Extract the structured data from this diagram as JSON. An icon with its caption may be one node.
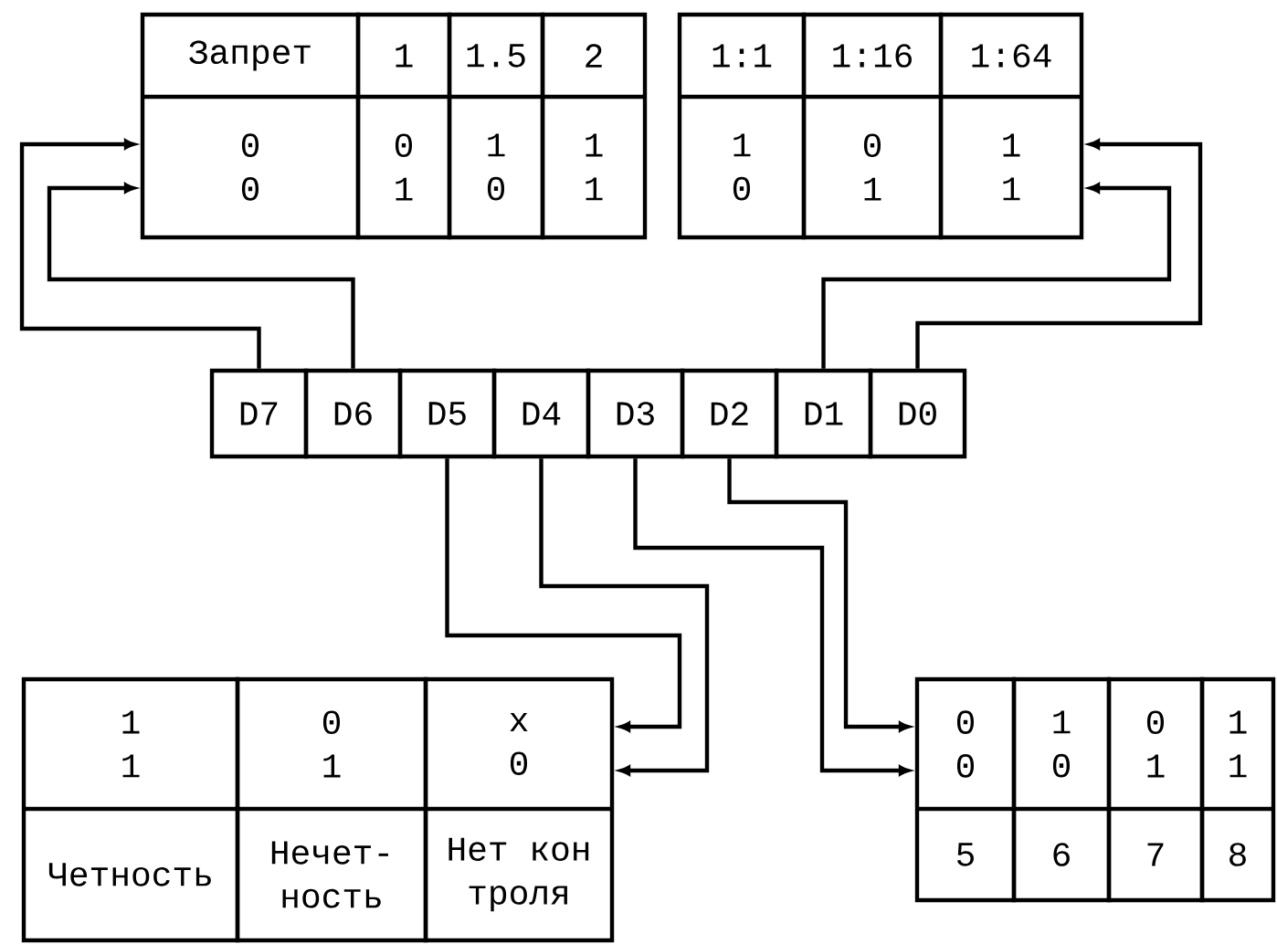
{
  "diagram": {
    "nodes": [
      {
        "text": [
          "Запрет",
          "0 0"
        ]
      },
      {
        "text": [
          "1",
          "0 1"
        ]
      },
      {
        "text": [
          "1.5",
          "1 0"
        ]
      },
      {
        "text": [
          "2",
          "1 1"
        ]
      },
      {
        "text": [
          "1:1",
          "1 0"
        ]
      },
      {
        "text": [
          "1:16",
          "0 1"
        ]
      },
      {
        "text": [
          "1:64",
          "1 1"
        ]
      },
      {
        "text": [
          "D7"
        ]
      },
      {
        "text": [
          "D6"
        ]
      },
      {
        "text": [
          "D5"
        ]
      },
      {
        "text": [
          "D4"
        ]
      },
      {
        "text": [
          "D3"
        ]
      },
      {
        "text": [
          "D2"
        ]
      },
      {
        "text": [
          "D1"
        ]
      },
      {
        "text": [
          "D0"
        ]
      },
      {
        "text": [
          "1 1",
          "Четность"
        ]
      },
      {
        "text": [
          "0 1",
          "Нечет- ность"
        ]
      },
      {
        "text": [
          "x 0",
          "Нет кон троля"
        ]
      },
      {
        "text": [
          "0 0",
          "5"
        ]
      },
      {
        "text": [
          "1 0",
          "6"
        ]
      },
      {
        "text": [
          "0 1",
          "7"
        ]
      },
      {
        "text": [
          "1 1",
          "8"
        ]
      }
    ],
    "edges": [
      {
        "from": 7,
        "to": 0,
        "arrow": "to"
      },
      {
        "from": 8,
        "to": 0,
        "arrow": "to"
      },
      {
        "from": 13,
        "to": 6,
        "arrow": "to"
      },
      {
        "from": 14,
        "to": 6,
        "arrow": "to"
      },
      {
        "from": 9,
        "to": 17,
        "arrow": "to"
      },
      {
        "from": 10,
        "to": 17,
        "arrow": "to"
      },
      {
        "from": 11,
        "to": 18,
        "arrow": "to"
      },
      {
        "from": 12,
        "to": 18,
        "arrow": "to"
      }
    ]
  }
}
